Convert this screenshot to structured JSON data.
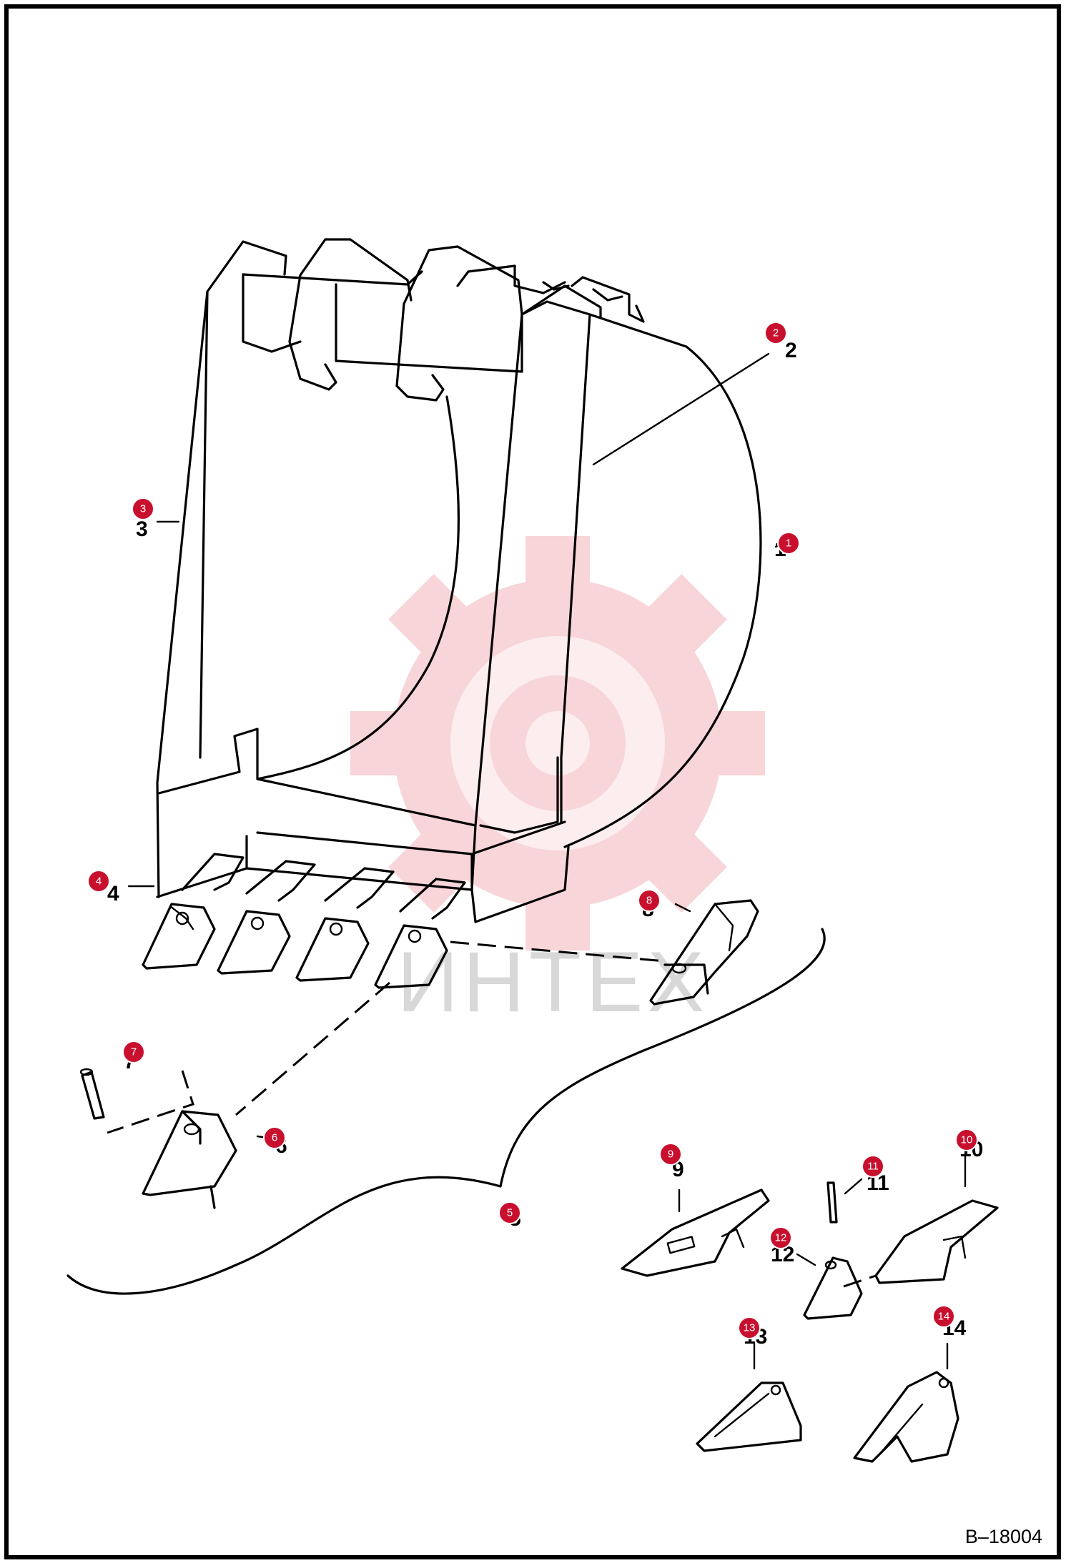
{
  "drawing_ref": "B–18004",
  "watermark": {
    "text": "ИНТЕХ",
    "color": "#f2b6bc"
  },
  "accent_color": "#c8102e",
  "callouts": [
    {
      "id": "1",
      "label": "1"
    },
    {
      "id": "2",
      "label": "2"
    },
    {
      "id": "3",
      "label": "3"
    },
    {
      "id": "4",
      "label": "4"
    },
    {
      "id": "5",
      "label": "5"
    },
    {
      "id": "6",
      "label": "6"
    },
    {
      "id": "7",
      "label": "7"
    },
    {
      "id": "8",
      "label": "8"
    },
    {
      "id": "9",
      "label": "9"
    },
    {
      "id": "10",
      "label": "10"
    },
    {
      "id": "11",
      "label": "11"
    },
    {
      "id": "12",
      "label": "12"
    },
    {
      "id": "13",
      "label": "13"
    },
    {
      "id": "14",
      "label": "14"
    }
  ]
}
